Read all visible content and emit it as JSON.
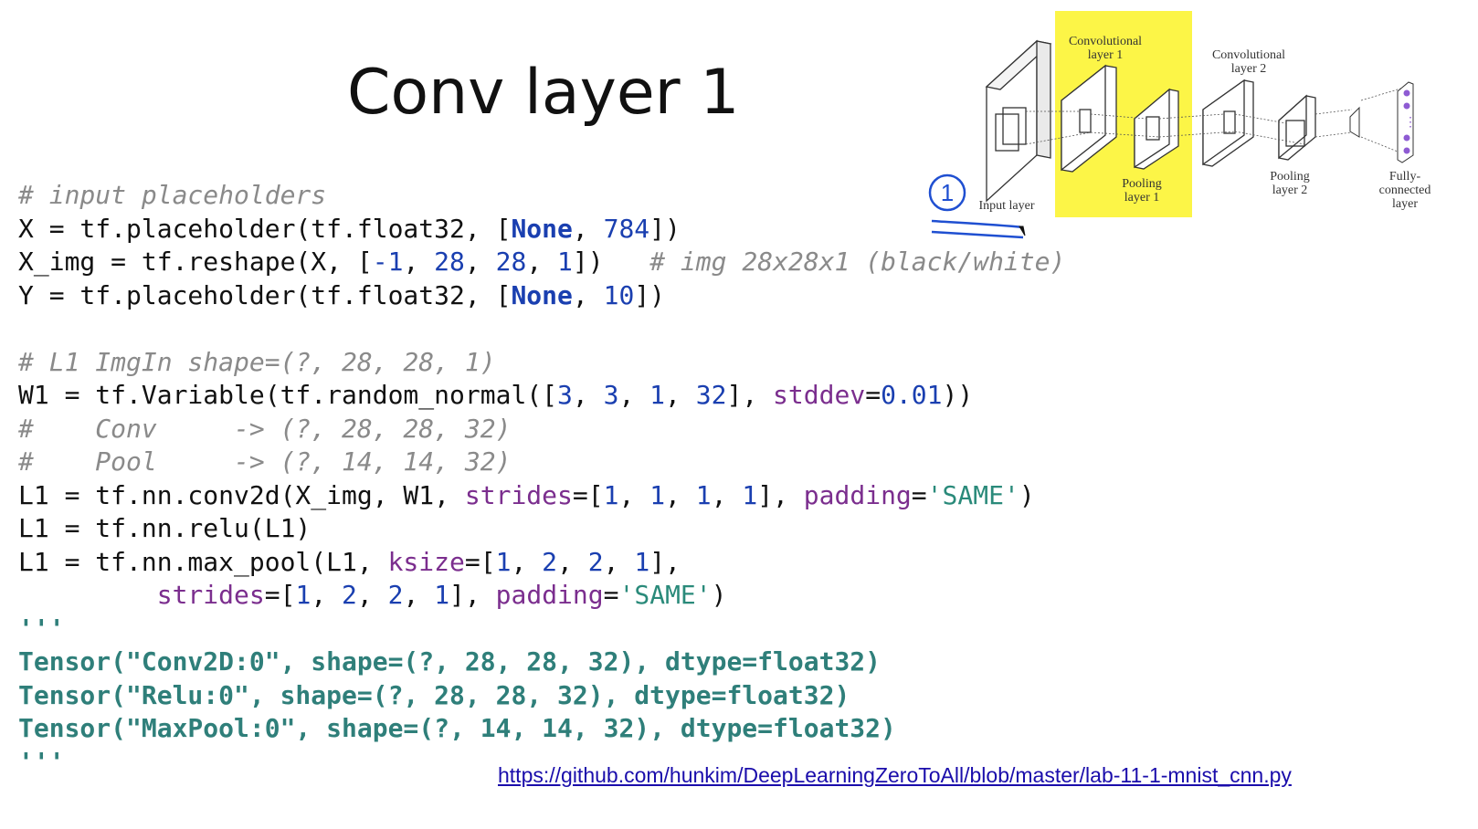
{
  "slide": {
    "title": "Conv layer 1",
    "link": "https://github.com/hunkim/DeepLearningZeroToAll/blob/master/lab-11-1-mnist_cnn.py"
  },
  "code": {
    "lines": [
      [
        {
          "t": "# input placeholders",
          "c": "cm"
        }
      ],
      [
        {
          "t": "X = tf.placeholder(tf.float32, ["
        },
        {
          "t": "None",
          "c": "kw"
        },
        {
          "t": ", "
        },
        {
          "t": "784",
          "c": "num"
        },
        {
          "t": "])"
        }
      ],
      [
        {
          "t": "X_img = tf.reshape(X, ["
        },
        {
          "t": "-1",
          "c": "num"
        },
        {
          "t": ", "
        },
        {
          "t": "28",
          "c": "num"
        },
        {
          "t": ", "
        },
        {
          "t": "28",
          "c": "num"
        },
        {
          "t": ", "
        },
        {
          "t": "1",
          "c": "num"
        },
        {
          "t": "])   "
        },
        {
          "t": "# img 28x28x1 (black/white)",
          "c": "cm"
        }
      ],
      [
        {
          "t": "Y = tf.placeholder(tf.float32, ["
        },
        {
          "t": "None",
          "c": "kw"
        },
        {
          "t": ", "
        },
        {
          "t": "10",
          "c": "num"
        },
        {
          "t": "])"
        }
      ],
      [
        {
          "t": ""
        }
      ],
      [
        {
          "t": "# L1 ImgIn shape=(?, 28, 28, 1)",
          "c": "cm"
        }
      ],
      [
        {
          "t": "W1 = tf.Variable(tf.random_normal(["
        },
        {
          "t": "3",
          "c": "num"
        },
        {
          "t": ", "
        },
        {
          "t": "3",
          "c": "num"
        },
        {
          "t": ", "
        },
        {
          "t": "1",
          "c": "num"
        },
        {
          "t": ", "
        },
        {
          "t": "32",
          "c": "num"
        },
        {
          "t": "], "
        },
        {
          "t": "stddev",
          "c": "param"
        },
        {
          "t": "="
        },
        {
          "t": "0.01",
          "c": "num"
        },
        {
          "t": "))"
        }
      ],
      [
        {
          "t": "#    Conv     -> (?, 28, 28, 32)",
          "c": "cm"
        }
      ],
      [
        {
          "t": "#    Pool     -> (?, 14, 14, 32)",
          "c": "cm"
        }
      ],
      [
        {
          "t": "L1 = tf.nn.conv2d(X_img, W1, "
        },
        {
          "t": "strides",
          "c": "param"
        },
        {
          "t": "=["
        },
        {
          "t": "1",
          "c": "num"
        },
        {
          "t": ", "
        },
        {
          "t": "1",
          "c": "num"
        },
        {
          "t": ", "
        },
        {
          "t": "1",
          "c": "num"
        },
        {
          "t": ", "
        },
        {
          "t": "1",
          "c": "num"
        },
        {
          "t": "], "
        },
        {
          "t": "padding",
          "c": "param"
        },
        {
          "t": "="
        },
        {
          "t": "'SAME'",
          "c": "str"
        },
        {
          "t": ")"
        }
      ],
      [
        {
          "t": "L1 = tf.nn.relu(L1)"
        }
      ],
      [
        {
          "t": "L1 = tf.nn.max_pool(L1, "
        },
        {
          "t": "ksize",
          "c": "param"
        },
        {
          "t": "=["
        },
        {
          "t": "1",
          "c": "num"
        },
        {
          "t": ", "
        },
        {
          "t": "2",
          "c": "num"
        },
        {
          "t": ", "
        },
        {
          "t": "2",
          "c": "num"
        },
        {
          "t": ", "
        },
        {
          "t": "1",
          "c": "num"
        },
        {
          "t": "],"
        }
      ],
      [
        {
          "t": "         "
        },
        {
          "t": "strides",
          "c": "param"
        },
        {
          "t": "=["
        },
        {
          "t": "1",
          "c": "num"
        },
        {
          "t": ", "
        },
        {
          "t": "2",
          "c": "num"
        },
        {
          "t": ", "
        },
        {
          "t": "2",
          "c": "num"
        },
        {
          "t": ", "
        },
        {
          "t": "1",
          "c": "num"
        },
        {
          "t": "], "
        },
        {
          "t": "padding",
          "c": "param"
        },
        {
          "t": "="
        },
        {
          "t": "'SAME'",
          "c": "str"
        },
        {
          "t": ")"
        }
      ],
      [
        {
          "t": "'''",
          "c": "quote"
        }
      ],
      [
        {
          "t": "Tensor(\"Conv2D:0\", shape=(?, 28, 28, 32), dtype=float32)",
          "c": "out"
        }
      ],
      [
        {
          "t": "Tensor(\"Relu:0\", shape=(?, 28, 28, 32), dtype=float32)",
          "c": "out"
        }
      ],
      [
        {
          "t": "Tensor(\"MaxPool:0\", shape=(?, 14, 14, 32), dtype=float32)",
          "c": "out"
        }
      ],
      [
        {
          "t": "'''",
          "c": "quote"
        }
      ]
    ]
  },
  "diagram": {
    "labels": {
      "conv1": [
        "Convolutional",
        "layer 1"
      ],
      "conv2": [
        "Convolutional",
        "layer 2"
      ],
      "pool1": [
        "Pooling",
        "layer 1"
      ],
      "pool2": [
        "Pooling",
        "layer 2"
      ],
      "fc": [
        "Fully-",
        "connected",
        "layer"
      ],
      "input": "Input layer",
      "annotation": "1"
    },
    "colors": {
      "highlight": "#fcf547",
      "annotation": "#1f4fd1",
      "fc_nodes": "#8e5bd3"
    }
  }
}
